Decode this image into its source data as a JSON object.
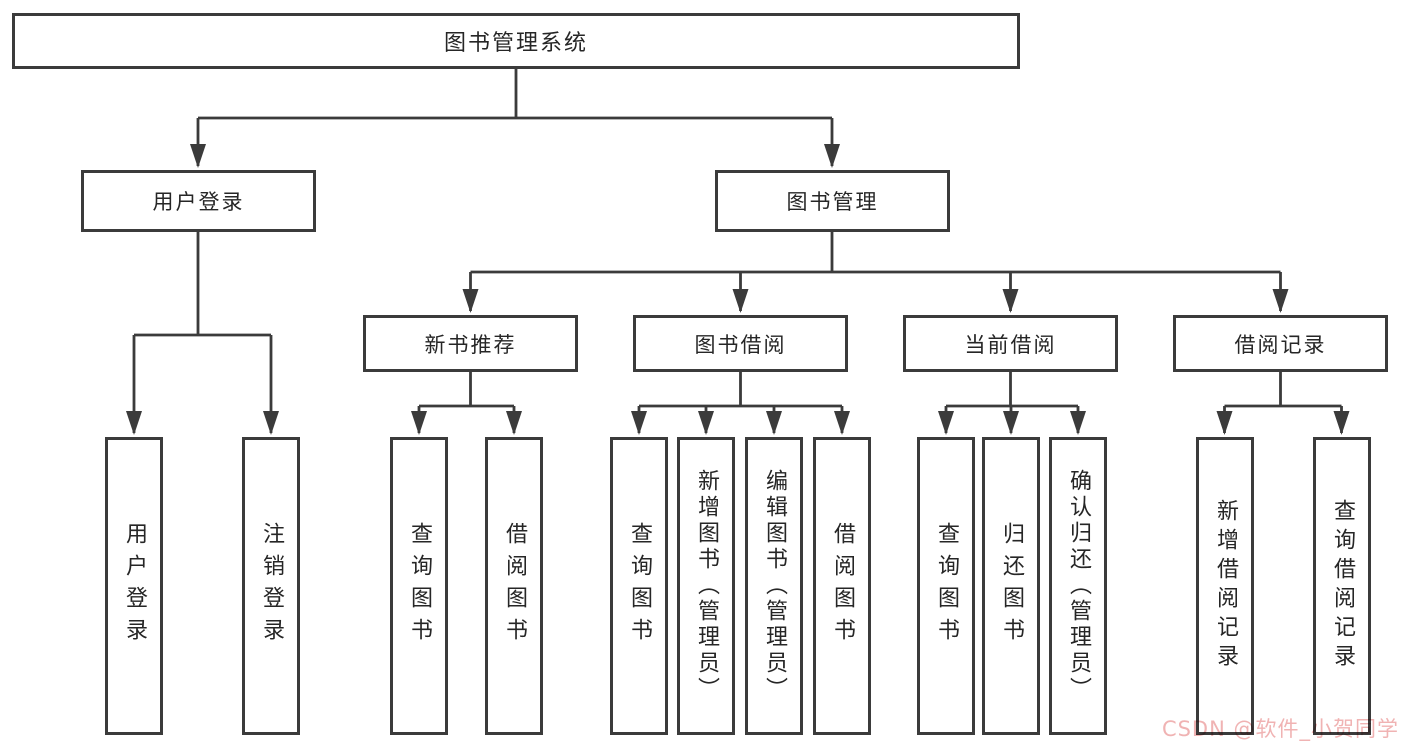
{
  "diagram": {
    "root": {
      "label": "图书管理系统"
    },
    "branches": [
      {
        "label": "用户登录"
      },
      {
        "label": "图书管理"
      }
    ],
    "groups": [
      {
        "label": "新书推荐"
      },
      {
        "label": "图书借阅"
      },
      {
        "label": "当前借阅"
      },
      {
        "label": "借阅记录"
      }
    ],
    "leaves": [
      {
        "label": "用户登录",
        "parent": "用户登录"
      },
      {
        "label": "注销登录",
        "parent": "用户登录"
      },
      {
        "label": "查询图书",
        "parent": "新书推荐"
      },
      {
        "label": "借阅图书",
        "parent": "新书推荐"
      },
      {
        "label": "查询图书",
        "parent": "图书借阅"
      },
      {
        "label": "新增图书（管理员）",
        "parent": "图书借阅"
      },
      {
        "label": "编辑图书（管理员）",
        "parent": "图书借阅"
      },
      {
        "label": "借阅图书",
        "parent": "图书借阅"
      },
      {
        "label": "查询图书",
        "parent": "当前借阅"
      },
      {
        "label": "归还图书",
        "parent": "当前借阅"
      },
      {
        "label": "确认归还（管理员）",
        "parent": "当前借阅"
      },
      {
        "label": "新增借阅记录",
        "parent": "借阅记录"
      },
      {
        "label": "查询借阅记录",
        "parent": "借阅记录"
      }
    ],
    "watermark": {
      "text": "CSDN @软件_小贺同学",
      "color": "#f0b3b3"
    },
    "colors": {
      "line": "#3b3b3b",
      "border": "#3b3b3b",
      "text": "#262626",
      "background": "#ffffff"
    }
  }
}
